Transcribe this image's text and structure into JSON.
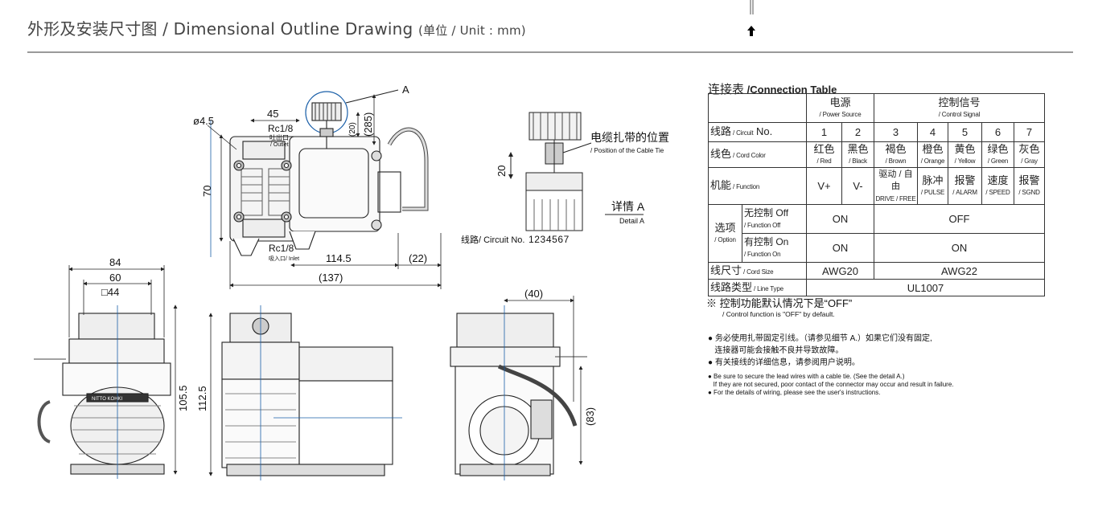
{
  "header": {
    "title_main": "外形及安装尺寸图 / Dimensional Outline Drawing",
    "title_unit": "(单位 / Unit : mm)"
  },
  "drawing": {
    "top_view": {
      "dims": {
        "hole_dia": "ø4.5",
        "width_45": "45",
        "height_70": "70",
        "length_114_5": "114.5",
        "length_22": "(22)",
        "length_137": "(137)",
        "height_285": "(285)",
        "height_20": "(20)"
      },
      "port_outlet": "Rc1/8",
      "port_outlet_zh": "吐出口",
      "port_outlet_en": "/ Outlet",
      "port_inlet": "Rc1/8",
      "port_inlet_label": "吸入口/ Inlet",
      "callout_a": "A"
    },
    "detail_a": {
      "dim_20": "20",
      "cable_tie_zh": "电缆扎带的位置",
      "cable_tie_en": "/ Position of the Cable Tie",
      "detail_zh": "详情 A",
      "detail_en": "Detail A",
      "circuit_label": "线路/ Circuit No.",
      "circuit_numbers": "1234567"
    },
    "front_view": {
      "dims": {
        "w84": "84",
        "w60": "60",
        "sq44": "□44",
        "h105_5": "105.5"
      },
      "brand": "NITTO KOHKI"
    },
    "side_view": {
      "dims": {
        "h112_5": "112.5"
      }
    },
    "right_view": {
      "dims": {
        "w40": "(40)",
        "h83": "(83)"
      }
    }
  },
  "connection_table": {
    "title_zh": "连接表",
    "title_en": " /Connection Table",
    "group_power_zh": "电源",
    "group_power_en": "/ Power Source",
    "group_control_zh": "控制信号",
    "group_control_en": "/ Control Signal",
    "row_circuit_zh": "线路",
    "row_circuit_en": " / Circuit",
    "row_circuit_no": " No.",
    "circuit_numbers": [
      "1",
      "2",
      "3",
      "4",
      "5",
      "6",
      "7"
    ],
    "row_color_zh": "线色",
    "row_color_en": " / Cord Color",
    "colors": [
      {
        "zh": "红色",
        "en": "/ Red"
      },
      {
        "zh": "黑色",
        "en": "/ Black"
      },
      {
        "zh": "褐色",
        "en": "/ Brown"
      },
      {
        "zh": "橙色",
        "en": "/ Orange"
      },
      {
        "zh": "黄色",
        "en": "/ Yellow"
      },
      {
        "zh": "绿色",
        "en": "/ Green"
      },
      {
        "zh": "灰色",
        "en": "/ Gray"
      }
    ],
    "row_function_zh": "机能",
    "row_function_en": " / Function",
    "functions": [
      {
        "zh": "V+",
        "en": ""
      },
      {
        "zh": "V-",
        "en": ""
      },
      {
        "zh": "驱动 / 自由",
        "en": "DRIVE / FREE"
      },
      {
        "zh": "脉冲",
        "en": "/ PULSE"
      },
      {
        "zh": "报警",
        "en": "/ ALARM"
      },
      {
        "zh": "速度",
        "en": "/ SPEED"
      },
      {
        "zh": "报警",
        "en": "/ SGND"
      }
    ],
    "option_zh": "选项",
    "option_en": "/ Option",
    "opt_off_zh": "无控制 Off",
    "opt_off_en": "/ Function Off",
    "opt_on_zh": "有控制 On",
    "opt_on_en": "/ Function On",
    "opt_off_power": "ON",
    "opt_off_control": "OFF",
    "opt_on_power": "ON",
    "opt_on_control": "ON",
    "row_size_zh": "线尺寸",
    "row_size_en": " / Cord Size",
    "size_power": "AWG20",
    "size_control": "AWG22",
    "row_type_zh": "线路类型",
    "row_type_en": " / Line Type",
    "type_value": "UL1007"
  },
  "notes": {
    "default_zh": "※ 控制功能默认情况下是“OFF”",
    "default_en": "/ Control function is \"OFF\" by default.",
    "bullets_zh": [
      "● 务必使用扎带固定引线。（请参见细节 A.）如果它们没有固定,",
      "   连接器可能会接触不良并导致故障。",
      "● 有关接线的详细信息，请参阅用户说明。"
    ],
    "bullets_en": [
      "● Be sure to secure the lead wires with a cable tie. (See the detail A.)",
      "   If they are not secured, poor contact of the connector may occur and result in failure.",
      "● For the details of wiring, please see the user's instructions."
    ]
  }
}
